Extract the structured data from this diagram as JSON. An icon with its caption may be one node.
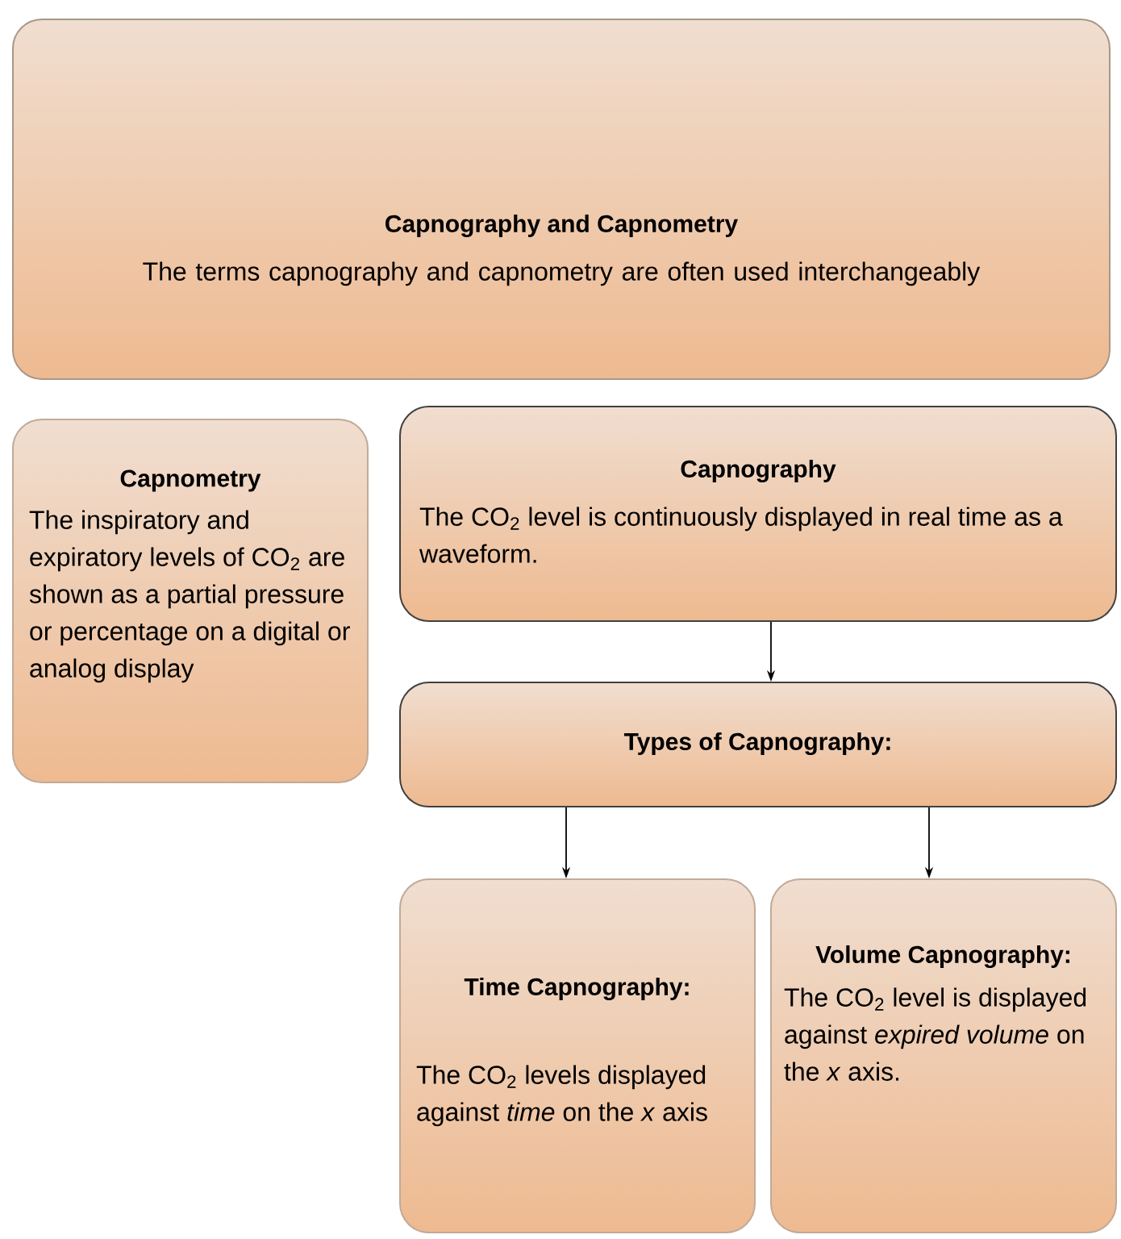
{
  "diagram": {
    "nodes": [
      {
        "text": [
          "Capnography and Capnometry",
          "The terms capnography and capnometry are often used interchangeably"
        ]
      },
      {
        "text": [
          "Capnometry",
          "The inspiratory and expiratory levels of CO$_{2}$ are shown as a partial pressure or percentage on a digital or analog display"
        ]
      },
      {
        "text": [
          "Capnography",
          "The CO$_{2}$ level is continuously displayed in real time as a waveform."
        ]
      },
      {
        "text": [
          "Types of Capnography:"
        ]
      },
      {
        "text": [
          "Time Capnography:",
          "The CO$_{2}$ levels displayed against *time* on the *x* axis"
        ]
      },
      {
        "text": [
          "Volume Capnography:",
          "The CO$_{2}$ level is displayed against *expired volume* on the *x* axis."
        ]
      }
    ],
    "edges": [
      {
        "from": 2,
        "to": 3,
        "arrow": "to"
      },
      {
        "from": 3,
        "to": 4,
        "arrow": "to"
      },
      {
        "from": 3,
        "to": 5,
        "arrow": "to"
      }
    ]
  }
}
